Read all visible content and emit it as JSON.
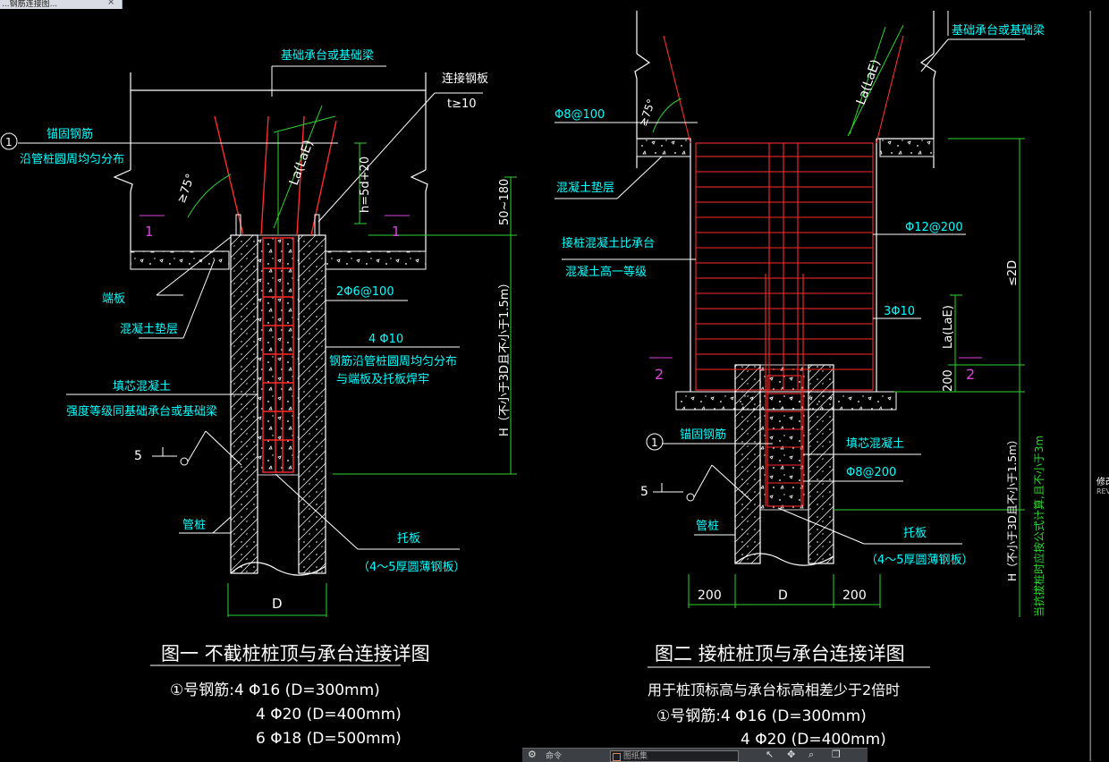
{
  "window": {
    "tab_title": "...钢筋连接图...",
    "close_glyph": "×"
  },
  "colors": {
    "white": "#ffffff",
    "cyan": "#00ffff",
    "red": "#ff2a2a",
    "green": "#2bd62b",
    "magenta": "#e040e0",
    "background": "#000000"
  },
  "figure1": {
    "title": "图一  不截桩桩顶与承台连接详图",
    "top_label": "基础承台或基础梁",
    "connection_plate": "连接钢板",
    "plate_thickness": "t≥10",
    "anchor_bar_title": "锚固钢筋",
    "anchor_bar_note": "沿管桩圆周均匀分布",
    "anchor_circle_no": "1",
    "angle_label": "≥75°",
    "anchor_length": "La(LaE)",
    "weld_length": "h=5d+20",
    "embed_depth": "50~180",
    "end_plate": "端板",
    "cushion": "混凝土垫层",
    "stirrup": "2Φ6@100",
    "long_bars": "4 Φ10",
    "long_bars_note1": "钢筋沿管桩圆周均匀分布",
    "long_bars_note2": "与端板及托板焊牢",
    "fill_concrete": "填芯混凝土",
    "fill_concrete_note": "强度等级同基础承台或基础梁",
    "fill_length": "H（不小于3D且不小于1.5m）",
    "symbol_5": "5",
    "pipe_pile": "管桩",
    "support_plate": "托板",
    "support_plate_note": "（4～5厚圆薄钢板）",
    "diameter": "D",
    "section_mark": "1"
  },
  "figure1_rebar": {
    "line1": "①号钢筋:4 Φ16 (D=300mm)",
    "line2": "4 Φ20 (D=400mm)",
    "line3": "6 Φ18 (D=500mm)"
  },
  "figure2": {
    "title": "图二  接桩桩顶与承台连接详图",
    "subtitle": "用于桩顶标高与承台标高相差少于2倍时",
    "top_label": "基础承台或基础梁",
    "top_stirrup": "Φ8@100",
    "angle_label": "≥75°",
    "anchor_length": "La(LaE)",
    "cushion": "混凝土垫层",
    "concrete_note1": "接桩混凝土比承台",
    "concrete_note2": "混凝土高一等级",
    "stirrup_12": "Φ12@200",
    "bars_3": "3Φ10",
    "anchor_length2": "La(LaE)",
    "dim_2d": "≤2D",
    "dim_200_v": "200",
    "anchor_bar_title": "锚固钢筋",
    "anchor_circle_no": "1",
    "fill_concrete": "填芯混凝土",
    "stirrup_8": "Φ8@200",
    "symbol_5": "5",
    "pipe_pile": "管桩",
    "support_plate": "托板",
    "support_plate_note": "（4～5厚圆薄钢板）",
    "dim_200_left": "200",
    "diameter": "D",
    "dim_200_right": "200",
    "fill_length": "H（不小于3D且不小于1.5m）",
    "fill_length_note": "当抗拔桩时应按公式计算,且不小于3m",
    "section_mark": "2"
  },
  "figure2_rebar": {
    "line1": "①号钢筋:4 Φ16 (D=300mm)",
    "line2": "4 Φ20 (D=400mm)"
  },
  "side_panel": {
    "label1": "修改",
    "label2": "REV"
  },
  "bottom_bar": {
    "label": "命令",
    "field_text": "图纸集"
  }
}
